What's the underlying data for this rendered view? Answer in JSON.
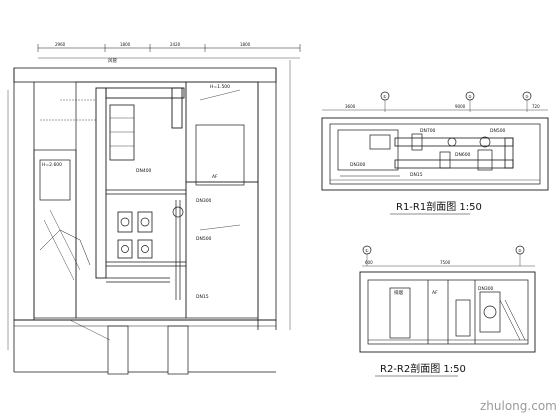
{
  "section_titles": {
    "r1": "R1-R1剖面图 1:50",
    "r2": "R2-R2剖面图 1:50"
  },
  "watermark": "zhulong.com",
  "dimensions": {
    "plan_top": [
      "2960",
      "1800",
      "2420",
      "1800"
    ],
    "r1_top": [
      "3600",
      "9000",
      "720"
    ],
    "r2_top": [
      "600",
      "7500"
    ],
    "r1_grid": [
      "①",
      "②",
      "③"
    ],
    "r2_grid": [
      "①",
      "②"
    ]
  },
  "annotations": {
    "plan": [
      "H=2.600",
      "DN400",
      "DN300",
      "DN15",
      "DN500",
      "风管",
      "AF",
      "H=1.500"
    ],
    "r1": [
      "DN700",
      "DN600",
      "DN500",
      "DN300",
      "DN15"
    ],
    "r2": [
      "排烟",
      "AF",
      "DN300"
    ]
  },
  "colors": {
    "line": "#1a1a1a",
    "wall_hatch": "#333333",
    "background": "#ffffff",
    "watermark": "#9a9a9a"
  }
}
